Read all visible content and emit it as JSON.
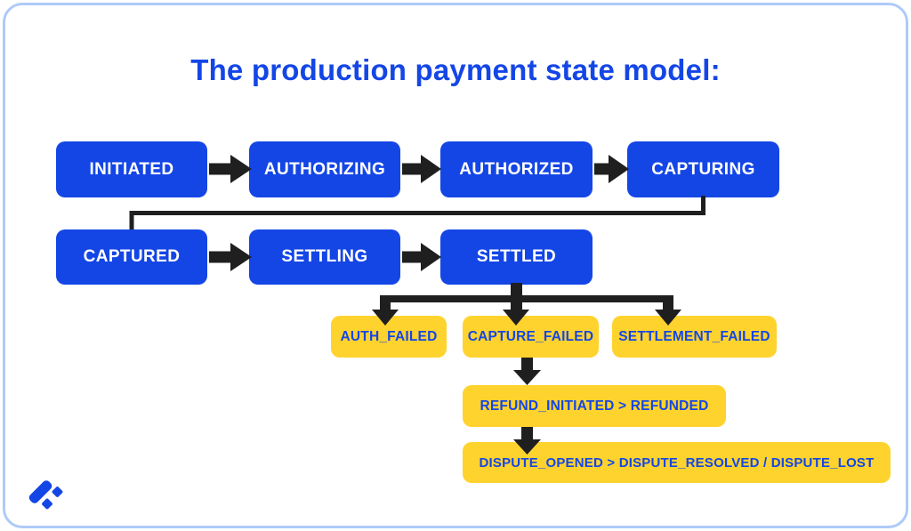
{
  "title": "The production payment state model:",
  "flow": {
    "row1": [
      "INITIATED",
      "AUTHORIZING",
      "AUTHORIZED",
      "CAPTURING"
    ],
    "row2": [
      "CAPTURED",
      "SETTLING",
      "SETTLED"
    ],
    "failures": [
      "AUTH_FAILED",
      "CAPTURE_FAILED",
      "SETTLEMENT_FAILED"
    ],
    "refund": "REFUND_INITIATED > REFUNDED",
    "dispute": "DISPUTE_OPENED > DISPUTE_RESOLVED / DISPUTE_LOST"
  },
  "edges": [
    "INITIATED -> AUTHORIZING",
    "AUTHORIZING -> AUTHORIZED",
    "AUTHORIZED -> CAPTURING",
    "CAPTURING -> CAPTURED",
    "CAPTURED -> SETTLING",
    "SETTLING -> SETTLED",
    "SETTLED -> AUTH_FAILED",
    "SETTLED -> CAPTURE_FAILED",
    "SETTLED -> SETTLEMENT_FAILED",
    "CAPTURE_FAILED -> REFUND_INITIATED > REFUNDED",
    "REFUND_INITIATED > REFUNDED -> DISPUTE_OPENED > DISPUTE_RESOLVED / DISPUTE_LOST"
  ],
  "colors": {
    "brand_blue": "#1446E6",
    "state_yellow": "#FFD32E",
    "arrow_black": "#1F1F1F",
    "frame_border": "#AECBF8",
    "background": "#FFFFFF"
  },
  "logo_icon": "brand-diamond-slash-logo"
}
